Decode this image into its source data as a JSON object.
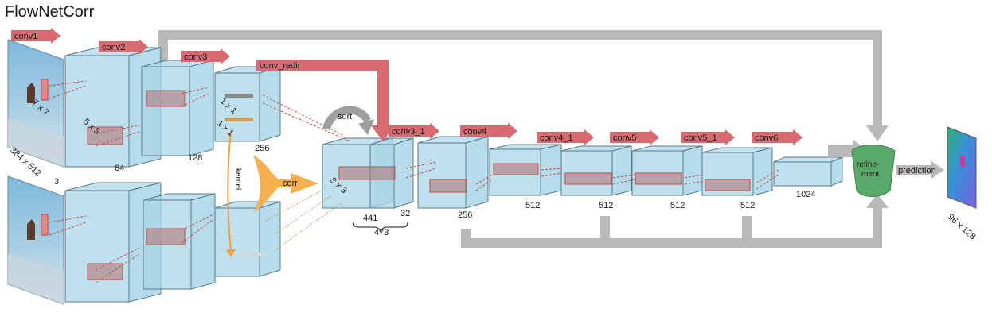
{
  "title": "FlowNetCorr",
  "arrows": {
    "conv1": "conv1",
    "conv2": "conv2",
    "conv3": "conv3",
    "conv_redir": "conv_redir",
    "conv3_1": "conv3_1",
    "conv4": "conv4",
    "conv4_1": "conv4_1",
    "conv5": "conv5",
    "conv5_1": "conv5_1",
    "conv6": "conv6",
    "prediction": "prediction"
  },
  "labels": {
    "input_size": "384 x 512",
    "input_channels": "3",
    "k7": "7 x 7",
    "k5": "5 x 5",
    "k1a": "1 x 1",
    "k1b": "1 x 1",
    "k3": "3 x 3",
    "c64": "64",
    "c128": "128",
    "c256a": "256",
    "c441": "441",
    "c32": "32",
    "c473": "473",
    "c256b": "256",
    "c512a": "512",
    "c512b": "512",
    "c512c": "512",
    "c512d": "512",
    "c1024": "1024",
    "sqrt": "sqrt",
    "corr": "corr",
    "kernel": "kernel",
    "refinement_line1": "refine-",
    "refinement_line2": "ment",
    "output_size": "96 x 128"
  },
  "colors": {
    "box_face": "#a9d6e8",
    "box_edge": "#5a7a86",
    "red_arrow": "#d86a72",
    "gray_arrow": "#b9b9b9",
    "orange": "#f5b14f",
    "refine_green": "#5aa86a"
  }
}
